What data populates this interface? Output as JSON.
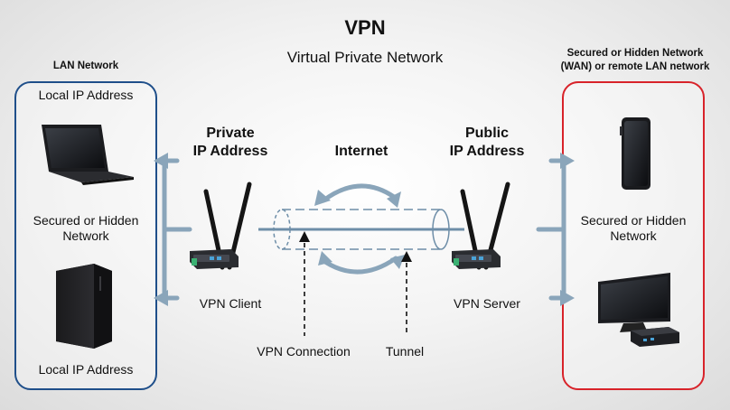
{
  "title": "VPN",
  "subtitle": "Virtual Private Network",
  "lan": {
    "header": "LAN Network",
    "top_label": "Local IP Address",
    "middle_label_1": "Secured or Hidden",
    "middle_label_2": "Network",
    "bottom_label": "Local IP Address"
  },
  "wan": {
    "header_1": "Secured or Hidden Network",
    "header_2": "(WAN) or remote LAN network",
    "middle_label_1": "Secured or Hidden",
    "middle_label_2": "Network"
  },
  "private_ip": {
    "line1": "Private",
    "line2": "IP Address"
  },
  "public_ip": {
    "line1": "Public",
    "line2": "IP Address"
  },
  "internet_label": "Internet",
  "vpn_client_label": "VPN Client",
  "vpn_server_label": "VPN Server",
  "vpn_connection_label": "VPN Connection",
  "tunnel_label": "Tunnel",
  "colors": {
    "lan_border": "#1f4f8a",
    "wan_border": "#d8232a",
    "arrow": "#7f9fb6",
    "tunnel": "#6e8ea8"
  },
  "icons": [
    "laptop-icon",
    "desktop-tower-icon",
    "tablet-icon",
    "monitor-icon",
    "mini-pc-icon",
    "router-icon"
  ]
}
